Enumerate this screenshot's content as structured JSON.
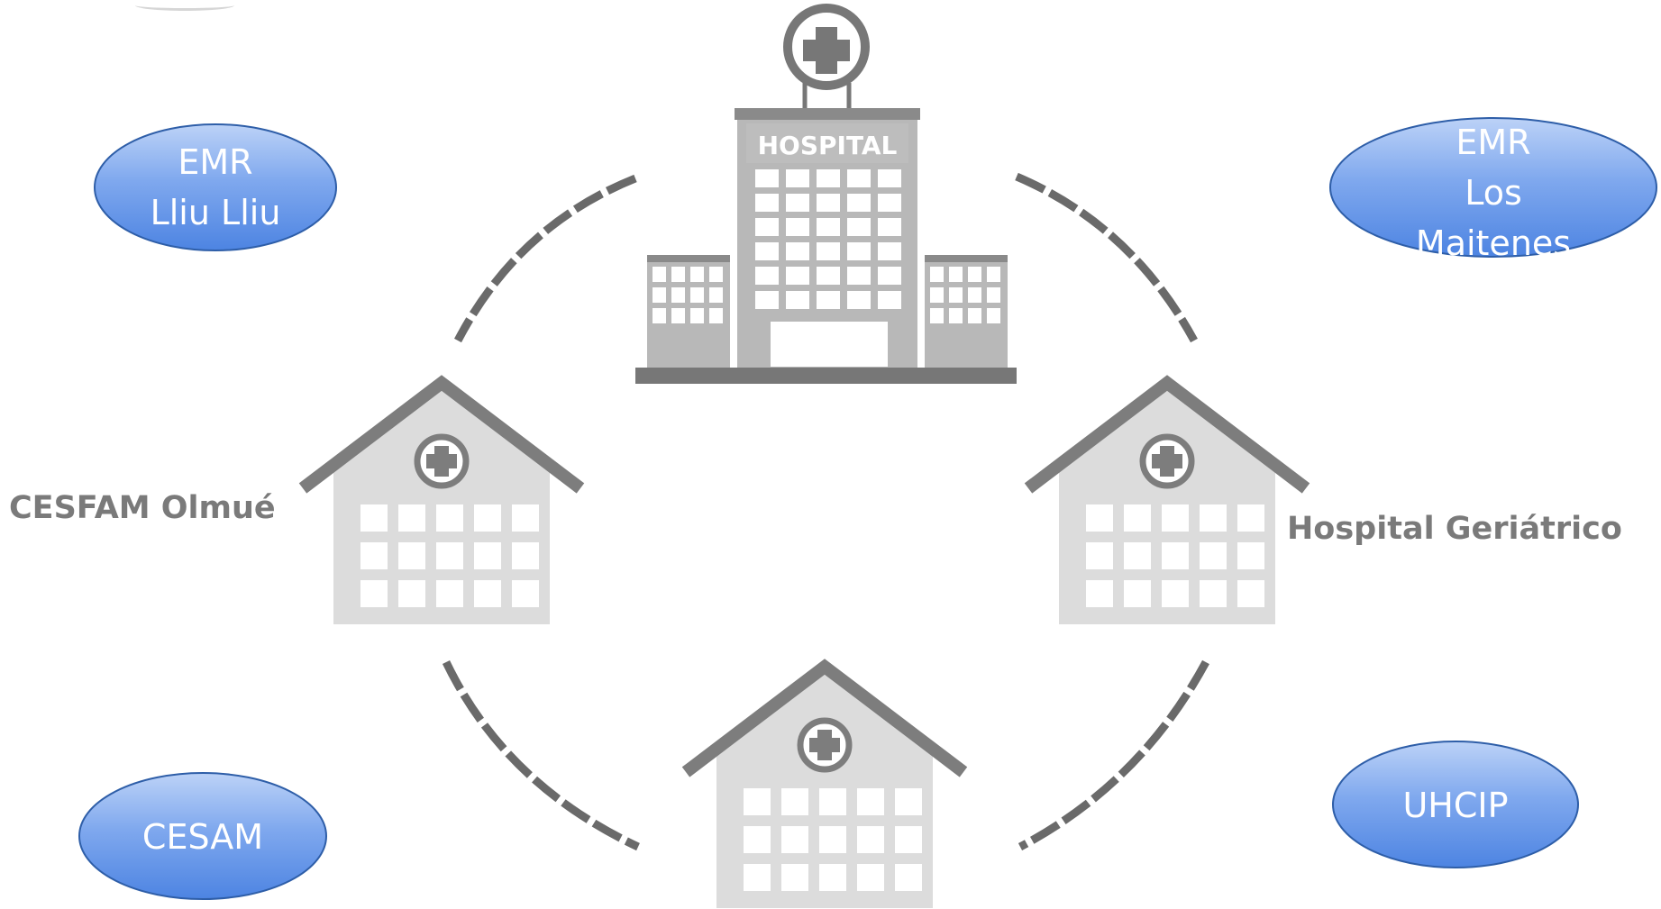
{
  "diagram": {
    "hub": {
      "sign_text": "HOSPITAL",
      "icon": "hospital-building-icon"
    },
    "facilities": {
      "left": {
        "label": "CESFAM Olmué",
        "icon": "clinic-house-icon"
      },
      "right": {
        "label": "Hospital Geriátrico",
        "icon": "clinic-house-icon"
      },
      "bottom": {
        "label": "",
        "icon": "clinic-house-icon"
      }
    },
    "ellipses": {
      "top_left": {
        "lines": [
          "EMR",
          "Lliu Lliu"
        ]
      },
      "top_right": {
        "lines": [
          "EMR",
          "Los",
          "Maitenes"
        ]
      },
      "bottom_left": {
        "lines": [
          "CESAM"
        ]
      },
      "bottom_right": {
        "lines": [
          "UHCIP"
        ]
      }
    },
    "colors": {
      "ellipse_top": "#bcd2f7",
      "ellipse_bottom": "#4d84e2",
      "ellipse_border": "#2e5ea8",
      "arc": "#6a6a6a",
      "hub_building": "#b8b8b8",
      "clinic": "#dcdcdc",
      "roof": "#7d7d7d",
      "label_text": "#7a7a7a"
    }
  }
}
